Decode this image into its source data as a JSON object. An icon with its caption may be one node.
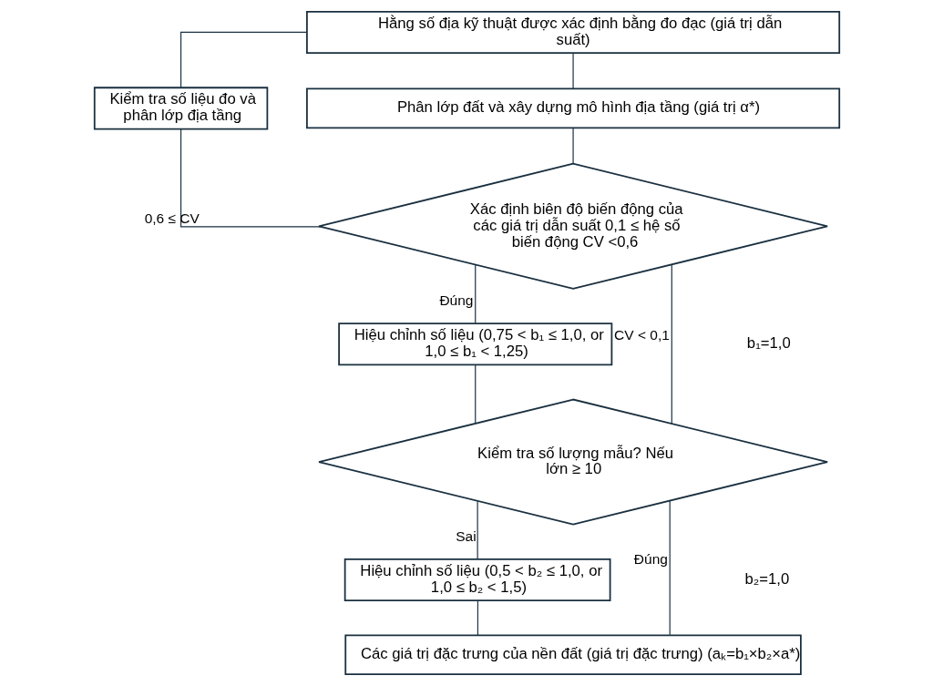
{
  "diagram": {
    "nodes": [
      {
        "text": [
          "Hằng số địa kỹ thuật được xác định bằng đo đạc (giá trị dẫn suất)"
        ]
      },
      {
        "text": [
          "Phân lớp đất và xây dựng mô hình địa tầng (giá trị α*)"
        ]
      },
      {
        "text": [
          "Kiểm tra số liệu đo và phân lớp địa tầng"
        ]
      },
      {
        "text": [
          "Xác định biên độ biến động của các giá trị dẫn suất 0,1 ≤ hệ số biến động CV <0,6"
        ]
      },
      {
        "text": [
          "Hiệu chỉnh số liệu (0,75 < b₁ ≤ 1,0, or 1,0 ≤ b₁ < 1,25)"
        ]
      },
      {
        "text": [
          "Kiểm tra số lượng mẫu? Nếu lớn ≥ 10"
        ]
      },
      {
        "text": [
          "Hiệu chỉnh số liệu (0,5 < b₂ ≤ 1,0, or 1,0 ≤ b₂ < 1,5)"
        ]
      },
      {
        "text": [
          "Các giá trị đặc trưng của nền đất (giá trị đặc trưng) (aₖ=b₁×b₂×a*)"
        ]
      }
    ],
    "edges": [
      {
        "from": 0,
        "to": 1,
        "arrow": "none"
      },
      {
        "from": 1,
        "to": 3,
        "arrow": "none"
      },
      {
        "from": 3,
        "to": 2,
        "arrow": "none",
        "label": "0,6 ≤ CV"
      },
      {
        "from": 2,
        "to": 0,
        "arrow": "none"
      },
      {
        "from": 3,
        "to": 4,
        "arrow": "none",
        "label": "Đúng"
      },
      {
        "from": 4,
        "to": 5,
        "arrow": "none"
      },
      {
        "from": 3,
        "to": 5,
        "arrow": "none",
        "label": "CV < 0,1"
      },
      {
        "from": 5,
        "to": 6,
        "arrow": "none",
        "label": "Sai"
      },
      {
        "from": 6,
        "to": 7,
        "arrow": "none"
      },
      {
        "from": 5,
        "to": 7,
        "arrow": "none",
        "label": "Đúng"
      }
    ],
    "labels": [
      "b₁=1,0",
      "b₂=1,0"
    ]
  }
}
